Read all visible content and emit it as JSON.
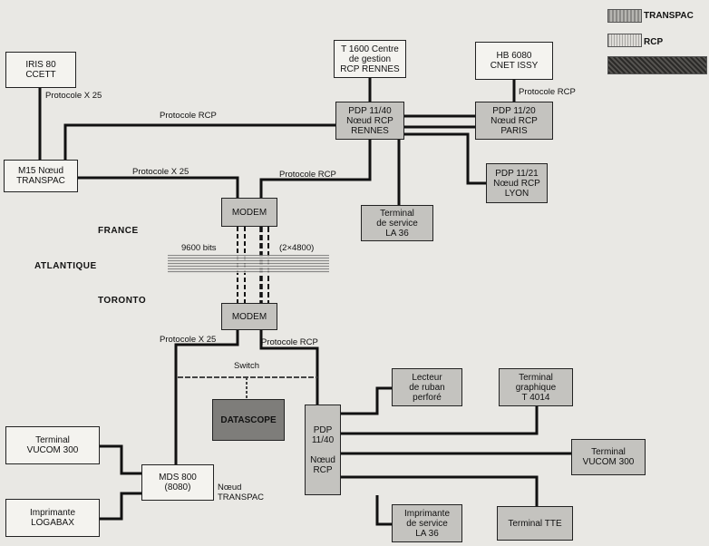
{
  "legend": {
    "transpac": "TRANSPAC",
    "rcp": "RCP"
  },
  "boxes": {
    "iris": [
      "IRIS 80",
      "CCETT"
    ],
    "t1600": [
      "T 1600 Centre",
      "de gestion",
      "RCP RENNES"
    ],
    "hb6080": [
      "HB 6080",
      "CNET ISSY"
    ],
    "pdp1140_rennes": [
      "PDP 11/40",
      "Nœud RCP",
      "RENNES"
    ],
    "pdp1120": [
      "PDP 11/20",
      "Nœud RCP",
      "PARIS"
    ],
    "pdp1121": [
      "PDP 11/21",
      "Nœud RCP",
      "LYON"
    ],
    "m15": [
      "M15  Nœud",
      "TRANSPAC"
    ],
    "modem_top": "MODEM",
    "terminal_la36": [
      "Terminal",
      "de service",
      "LA 36"
    ],
    "modem_bottom": "MODEM",
    "lecteur": [
      "Lecteur",
      "de ruban",
      "perforé"
    ],
    "terminal_graphique": [
      "Terminal",
      "graphique",
      "T 4014"
    ],
    "datascope": "DATASCOPE",
    "pdp_toronto": [
      "PDP",
      "11/40",
      "",
      "Nœud",
      "RCP"
    ],
    "terminal_vucom_left": [
      "Terminal",
      "VUCOM 300"
    ],
    "mds800": [
      "MDS 800",
      "(8080)"
    ],
    "terminal_vucom_right": [
      "Terminal",
      "VUCOM 300"
    ],
    "imprimante_logabax": [
      "Imprimante",
      "LOGABAX"
    ],
    "imprimante_service": [
      "Imprimante",
      "de service",
      "LA 36"
    ],
    "terminal_tte": "Terminal TTE"
  },
  "labels": {
    "protocole_x25_iris": "Protocole X 25",
    "protocole_rcp_hb": "Protocole RCP",
    "protocole_rcp_top": "Protocole RCP",
    "protocole_x25_m15": "Protocole X 25",
    "protocole_rcp_rennes": "Protocole RCP",
    "bits_9600": "9600 bits",
    "bits_2x4800": "(2×4800)",
    "protocole_x25_toronto": "Protocole X 25",
    "protocole_rcp_toronto": "Protocole RCP",
    "switch": "Switch",
    "noeud_transpac": [
      "Nœud",
      "TRANSPAC"
    ]
  },
  "regions": {
    "france": "FRANCE",
    "atlantique": "ATLANTIQUE",
    "toronto": "TORONTO"
  }
}
